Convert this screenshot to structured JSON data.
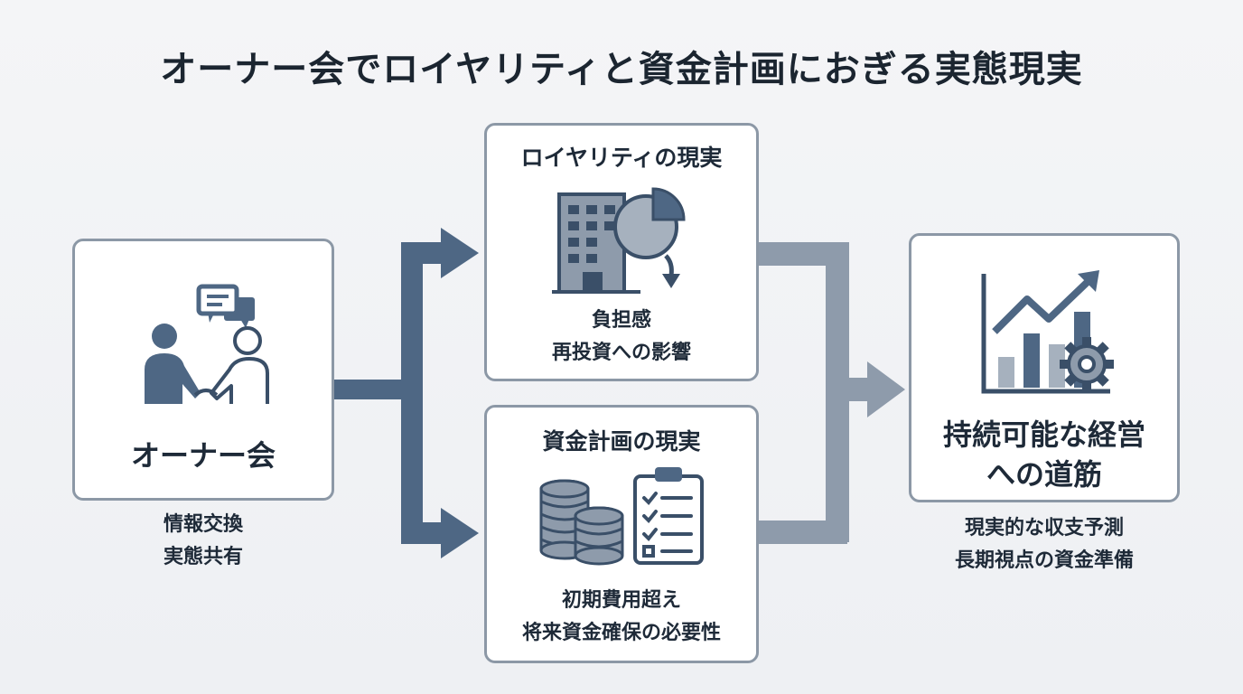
{
  "title": "オーナー会でロイヤリティと資金計画におぎる実態現実",
  "owner_meeting": {
    "label": "オーナー会",
    "notes": [
      "情報交換",
      "実態共有"
    ]
  },
  "royalty": {
    "title": "ロイヤリティの現実",
    "lines": [
      "負担感",
      "再投資への影響"
    ]
  },
  "funding": {
    "title": "資金計画の現実",
    "lines": [
      "初期費用超え",
      "将来資金確保の必要性"
    ]
  },
  "sustainable": {
    "label_lines": [
      "持続可能な経営",
      "への道筋"
    ],
    "notes": [
      "現実的な収支予測",
      "長期視点の資金準備"
    ]
  },
  "colors": {
    "dark_blue": "#4e6784",
    "gray_blue": "#8e9bab",
    "icon_stroke": "#3a4f68",
    "border": "#8c98a6"
  }
}
